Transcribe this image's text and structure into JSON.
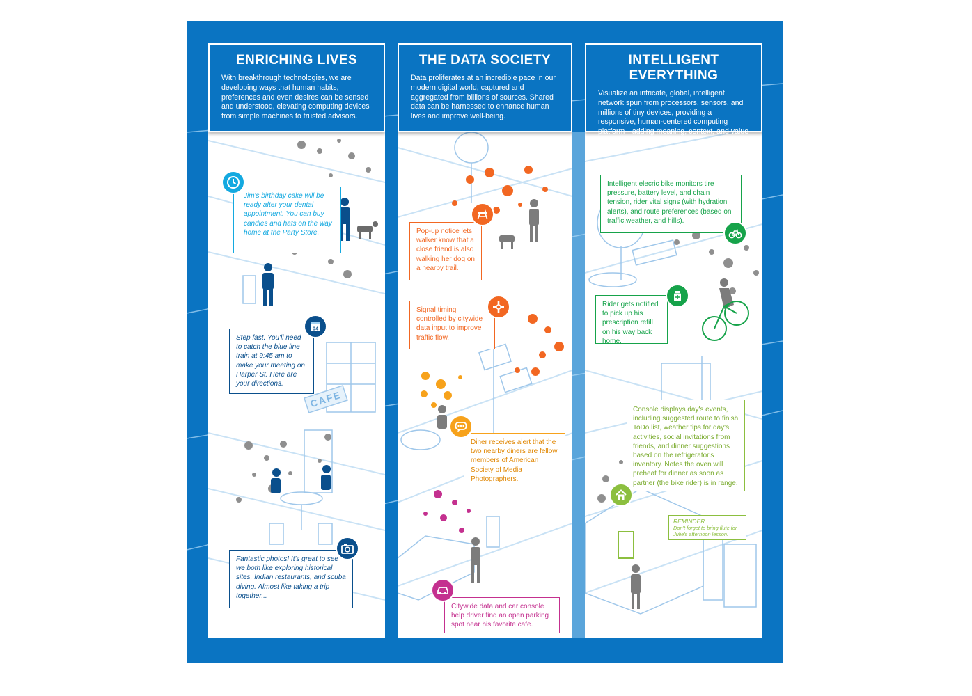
{
  "panels": [
    {
      "title": "ENRICHING LIVES",
      "body": "With breakthrough technologies, we are developing ways that human habits, preferences and even desires can be sensed and understood, elevating computing devices from simple machines to trusted advisors.",
      "notes": [
        {
          "text": "Jim's birthday cake will be ready after your dental appointment. You can buy candles and hats on the way home at the Party Store.",
          "icon": "clock-icon",
          "color": "#14a9e0"
        },
        {
          "text": "Step fast. You'll need to catch the blue line train at 9:45 am to make your meeting on Harper St. Here are your directions.",
          "icon": "calendar-icon",
          "icon_text": "04",
          "color": "#0a4f8c"
        },
        {
          "text": "Fantastic photos! It's great to see we both like exploring historical sites, Indian restaurants, and scuba diving. Almost like taking a trip together...",
          "icon": "camera-icon",
          "color": "#0a4f8c"
        }
      ],
      "sign_text": "CAFE"
    },
    {
      "title": "THE DATA SOCIETY",
      "body": "Data proliferates at an incredible pace in our modern digital world, captured and aggregated from billions of sources. Shared data can be harnessed to enhance human lives and improve well-being.",
      "notes": [
        {
          "text": "Pop-up notice lets walker know that a close friend is also walking her dog on a nearby trail.",
          "icon": "picnic-table-icon",
          "color": "#f26722"
        },
        {
          "text": "Signal timing controlled by citywide data input to improve traffic flow.",
          "icon": "intersection-icon",
          "color": "#f26722"
        },
        {
          "text": "Diner receives alert that the two nearby diners are fellow members of American Society of Media Photographers.",
          "icon": "chat-bubble-icon",
          "color": "#f7a21b"
        },
        {
          "text": "Citywide data and car console help driver find an open parking spot near his favorite cafe.",
          "icon": "car-icon",
          "color": "#c4308f"
        }
      ]
    },
    {
      "title": "INTELLIGENT EVERYTHING",
      "body": "Visualize an intricate, global, intelligent network spun from processors, sensors, and millions of tiny devices, providing a responsive, human-centered computing platform—adding meaning, context, and value to lives everywhere.",
      "notes": [
        {
          "text": "Intelligent elecric bike monitors tire pressure, battery level, and chain tension, rider vital signs (with hydration alerts), and route preferences (based on traffic,weather, and hills).",
          "icon": "bicycle-icon",
          "color": "#16a34a"
        },
        {
          "text": "Rider gets notified to pick up his prescription refill on his way back home.",
          "icon": "pill-bottle-icon",
          "color": "#16a34a"
        },
        {
          "text": "Console displays day's events, including suggested route to finish ToDo list, weather tips for day's activities, social invitations from friends, and dinner suggestions based on the refrigerator's inventory. Notes the oven will preheat for dinner as soon as partner (the bike rider) is in range.",
          "icon": "home-icon",
          "color": "#8cbf3f"
        }
      ],
      "reminder": {
        "title": "REMINDER",
        "text": "Don't forget to bring flute for Julie's afternoon lesson."
      }
    }
  ]
}
